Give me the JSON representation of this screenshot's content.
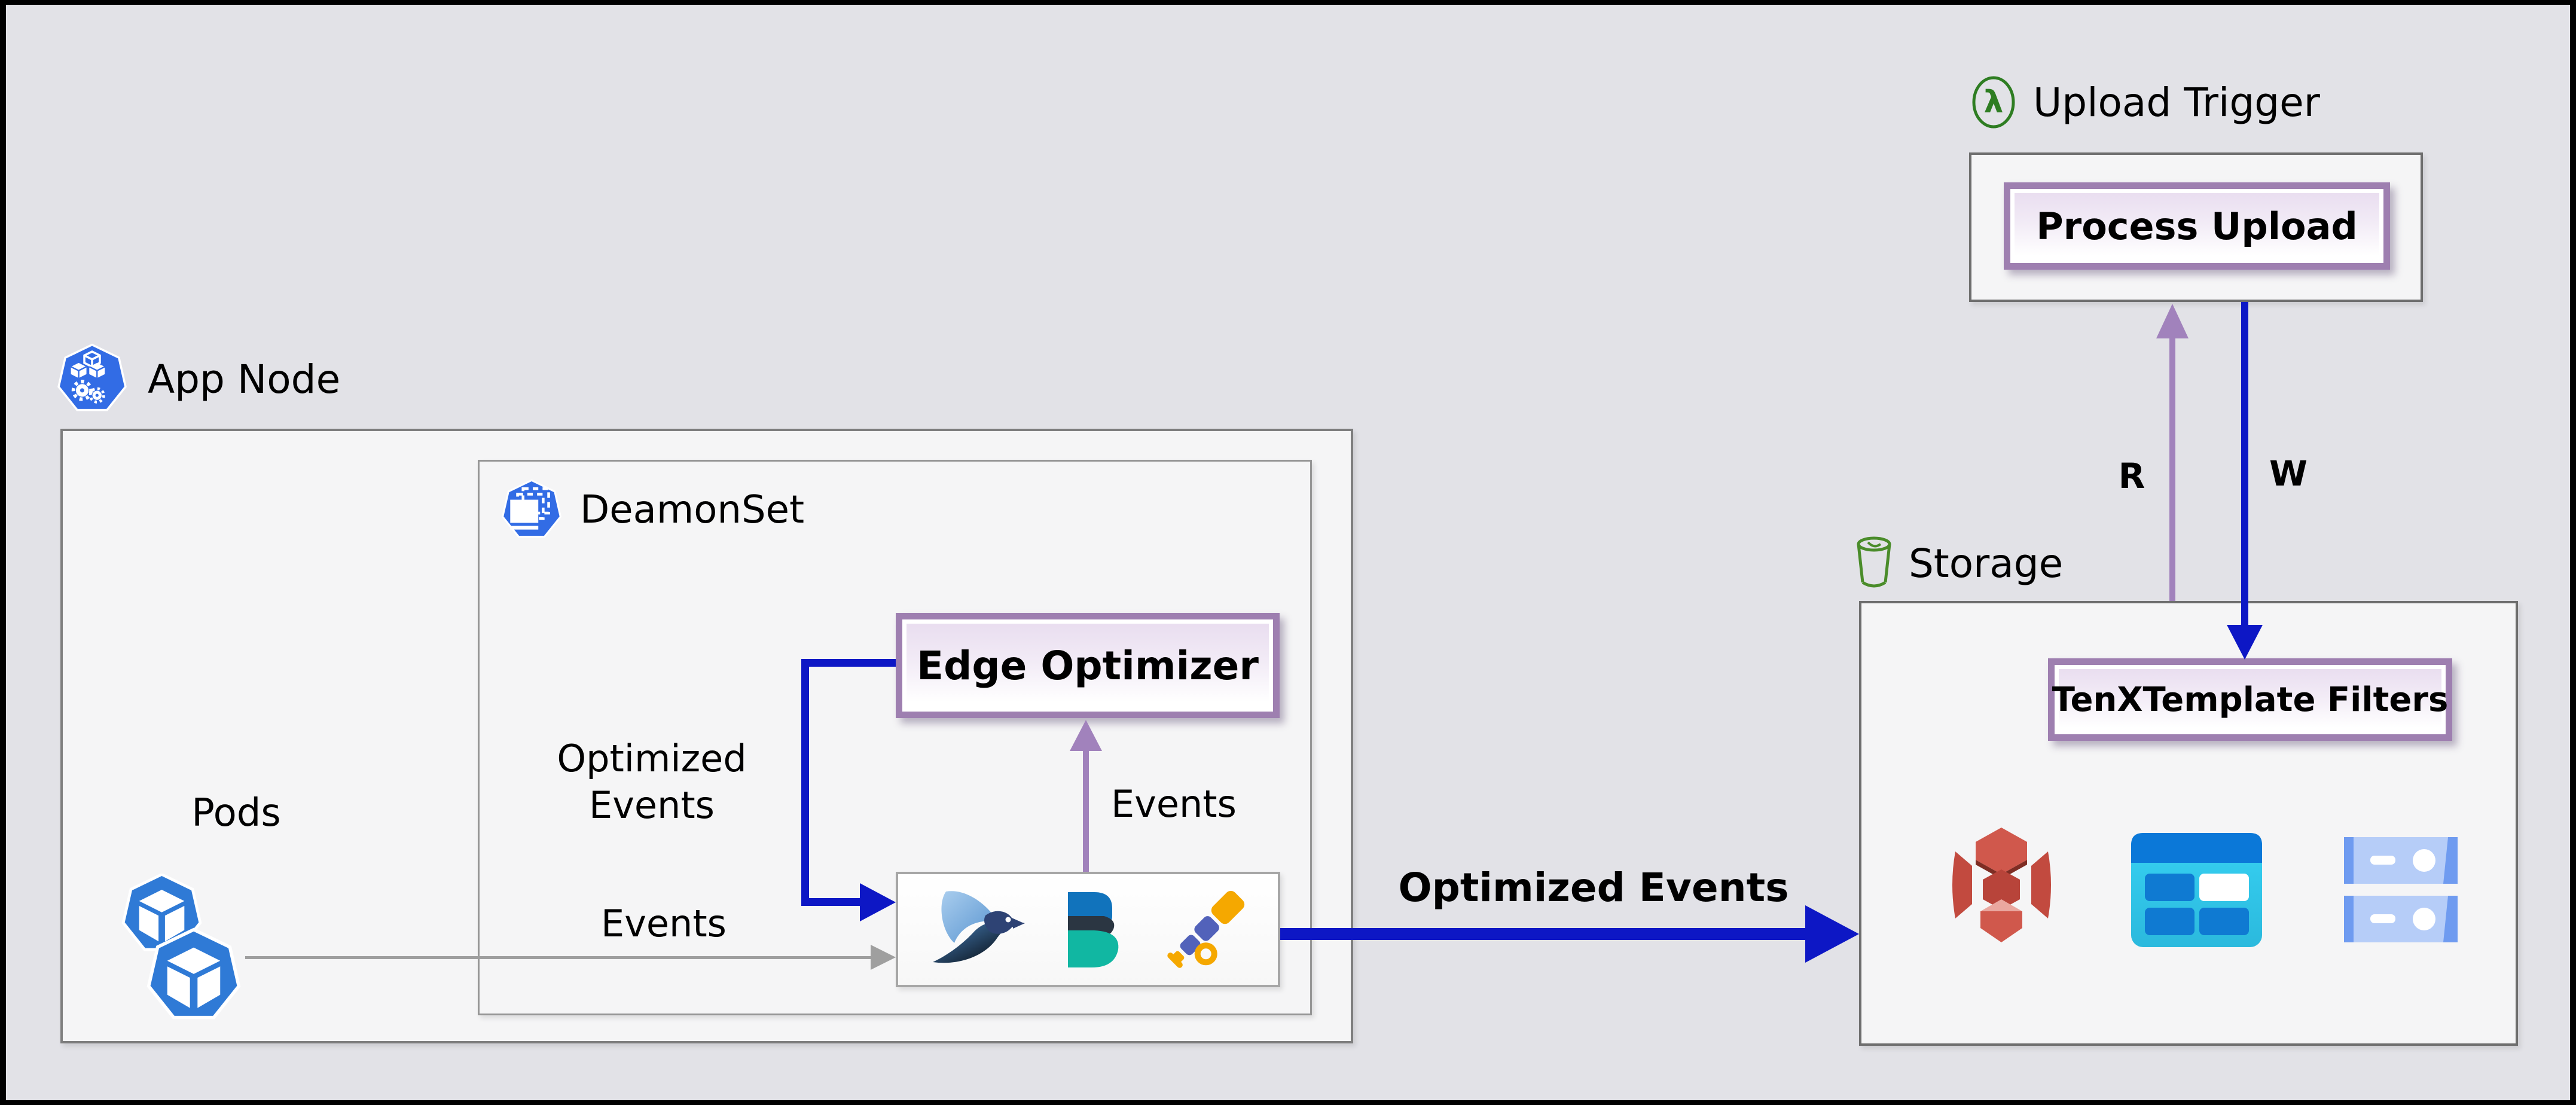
{
  "colors": {
    "background": "#e2e2e7",
    "panel_fill": "#f5f5f6",
    "panel_border": "#7e7e7e",
    "accent_blue": "#0d17c5",
    "purple_box_border": "#9e7fb0",
    "purple_arrow": "#a182bc",
    "gray_arrow": "#9f9f9f",
    "kubernetes_blue": "#326ce5",
    "lambda_green": "#2e7d22",
    "storage_bucket_green": "#4a8c2a",
    "s3_red": "#d0584c",
    "table_header_blue": "#0b78d8",
    "table_cyan": "#32cbee",
    "server_light_blue": "#b6cdf8"
  },
  "app_node": {
    "title": "App Node"
  },
  "pods": {
    "title": "Pods",
    "events_label": "Events"
  },
  "daemonset": {
    "title": "DeamonSet",
    "edge_optimizer_label": "Edge Optimizer",
    "optimized_events_line1": "Optimized",
    "optimized_events_line2": "Events",
    "events_up_label": "Events",
    "collector_icons": [
      "fluent-bit",
      "elastic-beats",
      "opentelemetry"
    ]
  },
  "main_flow": {
    "optimized_events_label": "Optimized Events"
  },
  "storage": {
    "title": "Storage",
    "filters_box_label": "TenXTemplate Filters",
    "icons": [
      "s3-bucket",
      "table-store",
      "server-rack"
    ],
    "read_label": "R",
    "write_label": "W"
  },
  "upload_trigger": {
    "title": "Upload Trigger",
    "box_label": "Process Upload",
    "lambda_glyph": "λ"
  }
}
